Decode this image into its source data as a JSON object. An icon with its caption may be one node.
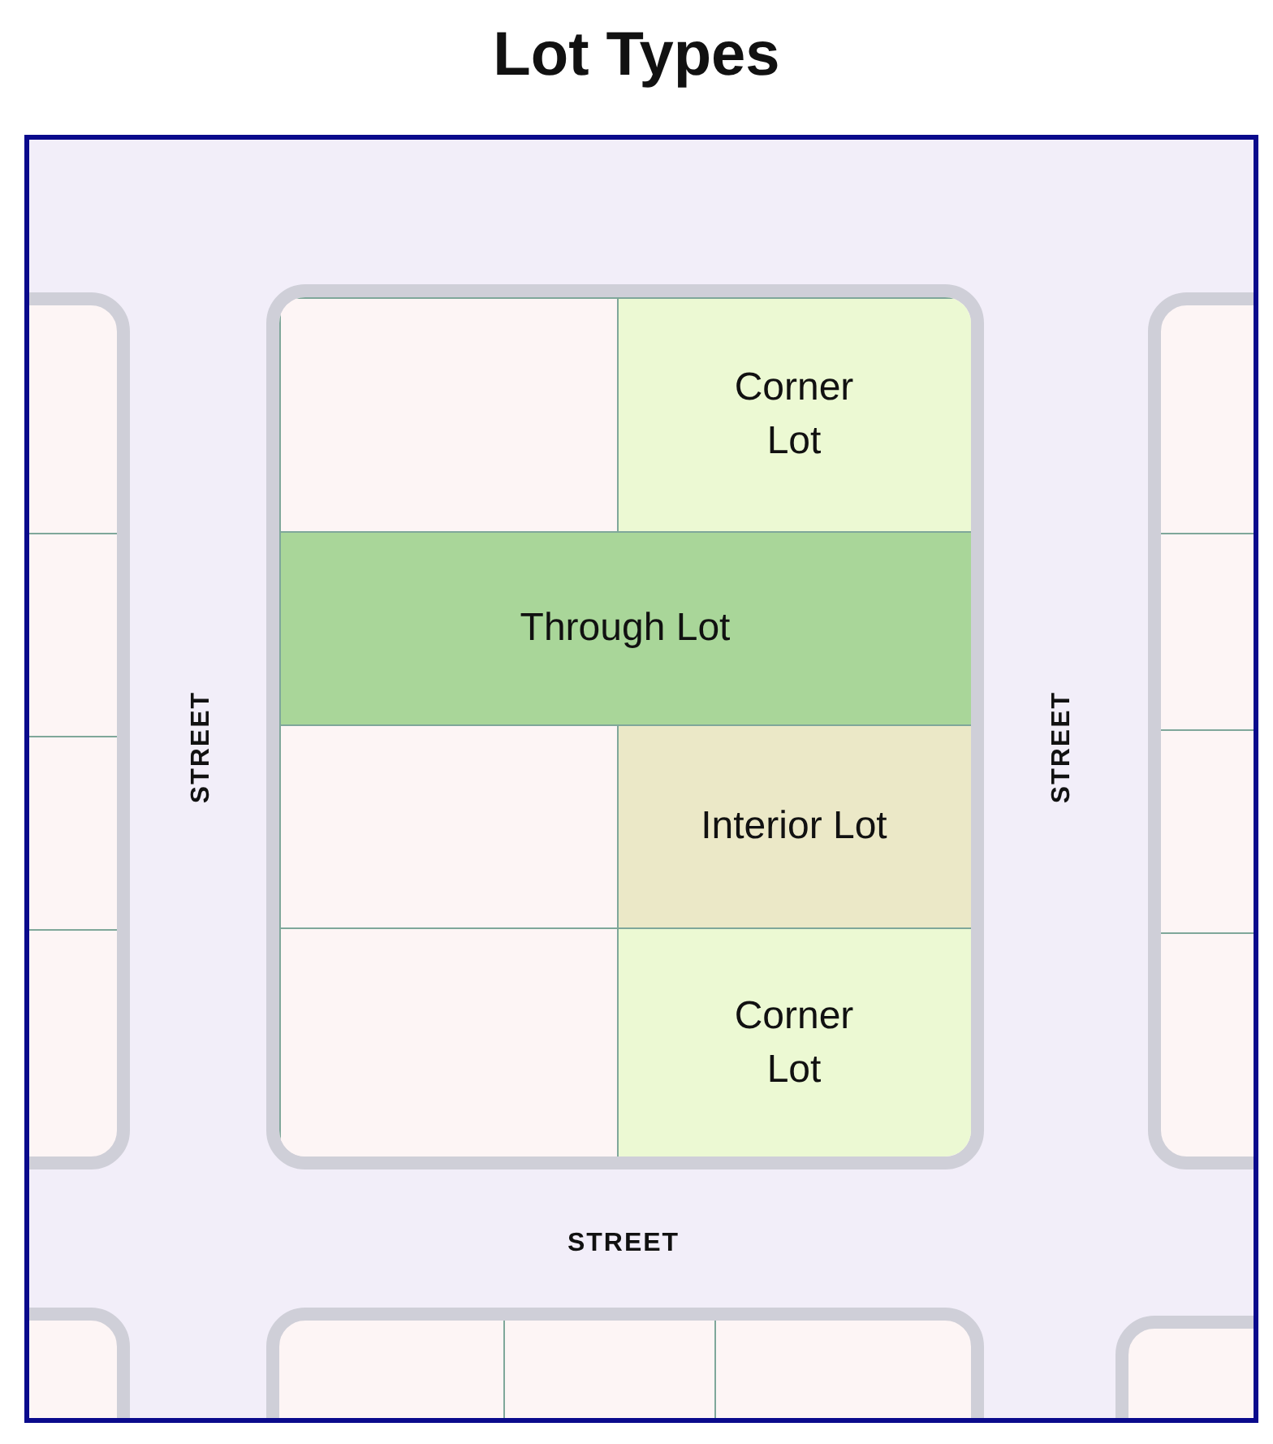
{
  "diagram": {
    "title": "Lot Types",
    "nodes": [
      {
        "text": [],
        "shape": "box"
      },
      {
        "text": [],
        "shape": "box",
        "in": 0
      },
      {
        "text": [
          "Corner Lot"
        ],
        "in": 0
      },
      {
        "text": [
          "Through Lot"
        ],
        "in": 0
      },
      {
        "text": [],
        "shape": "box",
        "in": 0
      },
      {
        "text": [
          "Interior Lot"
        ],
        "in": 0
      },
      {
        "text": [],
        "shape": "box",
        "in": 0
      },
      {
        "text": [
          "Corner Lot"
        ],
        "in": 0
      }
    ],
    "edges": [],
    "labels": [
      "STREET",
      "STREET",
      "STREET"
    ]
  }
}
